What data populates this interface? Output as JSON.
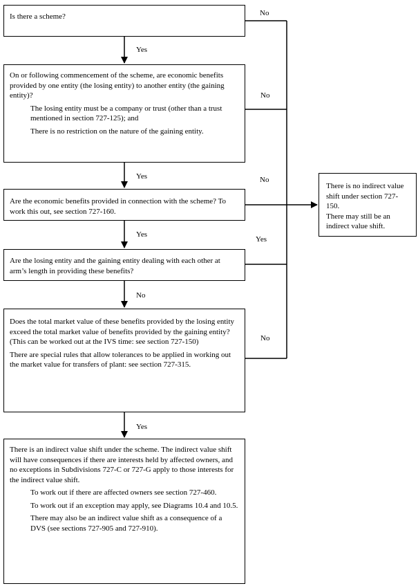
{
  "boxes": {
    "q1": {
      "text": "Is there a scheme?"
    },
    "q2": {
      "text": "On or following commencement of the scheme, are economic benefits provided by one entity (the losing entity) to another entity (the gaining entity)?",
      "bullets": [
        "The losing entity must be a company or trust (other than a trust mentioned in section 727-125); and",
        "There is no restriction on the nature of the gaining entity."
      ]
    },
    "q3": {
      "text": "Are the economic benefits provided in connection with the scheme?  To work this out, see section 727-160."
    },
    "q4": {
      "text": "Are the losing entity and the gaining entity dealing with each other at arm’s length in providing these benefits?"
    },
    "q5": {
      "text": "Does the total market value of these benefits provided by the losing entity exceed the total market value of benefits provided by the gaining entity? (This can be worked out at the IVS time: see section 727-150)",
      "note": "There are special rules that allow tolerances to be applied in working out the market value for transfers of plant: see section 727-315."
    },
    "result_yes": {
      "text": "There is an indirect value shift under the scheme. The indirect value shift will have consequences if there are interests held by affected owners, and no exceptions in Subdivisions 727-C or 727-G apply to those interests for the indirect value shift.",
      "bullets": [
        "To work out if there are affected owners see section 727-460.",
        "To work out if an exception may apply, see Diagrams 10.4 and 10.5.",
        "There may also be an indirect value shift as a consequence of a DVS (see sections 727-905 and 727-910)."
      ]
    },
    "result_no": {
      "text": "There is no indirect value shift under section 727-150.",
      "note": "There may still be an indirect value shift."
    }
  },
  "labels": {
    "yes": "Yes",
    "no": "No"
  }
}
